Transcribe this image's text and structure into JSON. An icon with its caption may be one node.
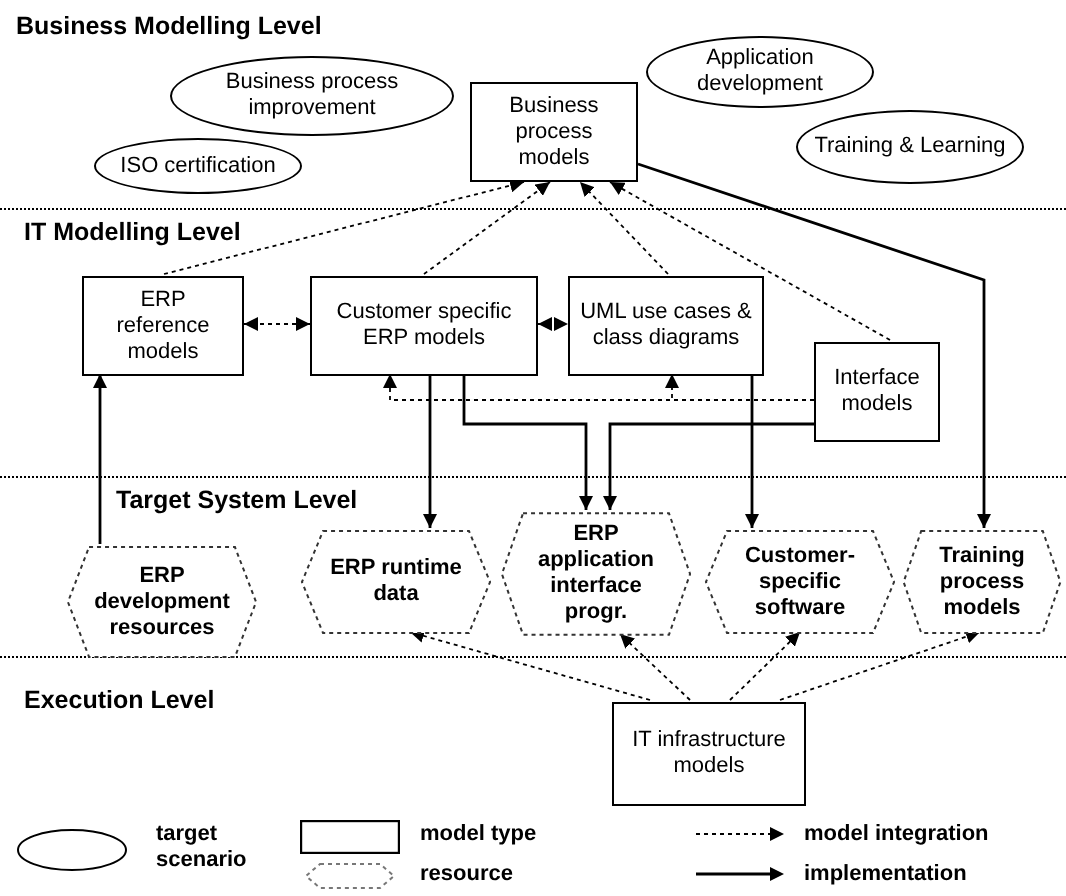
{
  "diagram": {
    "nodes": [
      {
        "text": [
          "Business Modelling Level"
        ]
      },
      {
        "text": [
          "Business process improvement"
        ],
        "in": 0
      },
      {
        "text": [
          "Application development"
        ],
        "in": 0
      },
      {
        "text": [
          "Business process models"
        ],
        "in": 0
      },
      {
        "text": [
          "ISO certification"
        ],
        "in": 0
      },
      {
        "text": [
          "Training & Learning"
        ],
        "in": 0
      },
      {
        "text": [
          "IT Modelling Level"
        ]
      },
      {
        "text": [
          "ERP reference models"
        ],
        "in": 6
      },
      {
        "text": [
          "Customer specific ERP models"
        ],
        "in": 6
      },
      {
        "text": [
          "UML use cases & class diagrams"
        ],
        "in": 6
      },
      {
        "text": [
          "Interface models"
        ],
        "in": 6
      },
      {
        "text": [
          "Target System Level"
        ]
      },
      {
        "text": [
          "ERP development resources"
        ],
        "in": 11
      },
      {
        "text": [
          "ERP runtime data"
        ],
        "in": 11
      },
      {
        "text": [
          "ERP application interface progr."
        ],
        "in": 11
      },
      {
        "text": [
          "Customer-specific software"
        ],
        "in": 11
      },
      {
        "text": [
          "Training process models"
        ],
        "in": 11
      },
      {
        "text": [
          "Execution Level"
        ]
      },
      {
        "text": [
          "IT infrastructure models"
        ],
        "in": 17
      }
    ],
    "edges": [
      {
        "from": 7,
        "to": 3,
        "arrow": "to",
        "style": "dashed"
      },
      {
        "from": 8,
        "to": 3,
        "arrow": "to",
        "style": "dashed"
      },
      {
        "from": 9,
        "to": 3,
        "arrow": "to",
        "style": "dashed"
      },
      {
        "from": 10,
        "to": 3,
        "arrow": "to",
        "style": "dashed"
      },
      {
        "from": 3,
        "to": 16,
        "arrow": "to"
      },
      {
        "from": 7,
        "to": 8,
        "arrow": "both",
        "style": "dashed"
      },
      {
        "from": 8,
        "to": 9,
        "arrow": "both",
        "style": "dashed"
      },
      {
        "from": 10,
        "to": 8,
        "arrow": "to",
        "style": "dashed"
      },
      {
        "from": 10,
        "to": 9,
        "arrow": "to",
        "style": "dashed"
      },
      {
        "from": 12,
        "to": 7,
        "arrow": "to"
      },
      {
        "from": 8,
        "to": 13,
        "arrow": "to"
      },
      {
        "from": 8,
        "to": 14,
        "arrow": "to"
      },
      {
        "from": 10,
        "to": 14,
        "arrow": "to"
      },
      {
        "from": 9,
        "to": 15,
        "arrow": "to"
      },
      {
        "from": 18,
        "to": 13,
        "arrow": "to",
        "style": "dashed"
      },
      {
        "from": 18,
        "to": 14,
        "arrow": "to",
        "style": "dashed"
      },
      {
        "from": 18,
        "to": 15,
        "arrow": "to",
        "style": "dashed"
      },
      {
        "from": 18,
        "to": 16,
        "arrow": "to",
        "style": "dashed"
      }
    ],
    "legend": [
      {
        "text": "target scenario"
      },
      {
        "text": "model type"
      },
      {
        "text": "resource"
      },
      {
        "text": "model integration"
      },
      {
        "text": "implementation"
      }
    ]
  }
}
